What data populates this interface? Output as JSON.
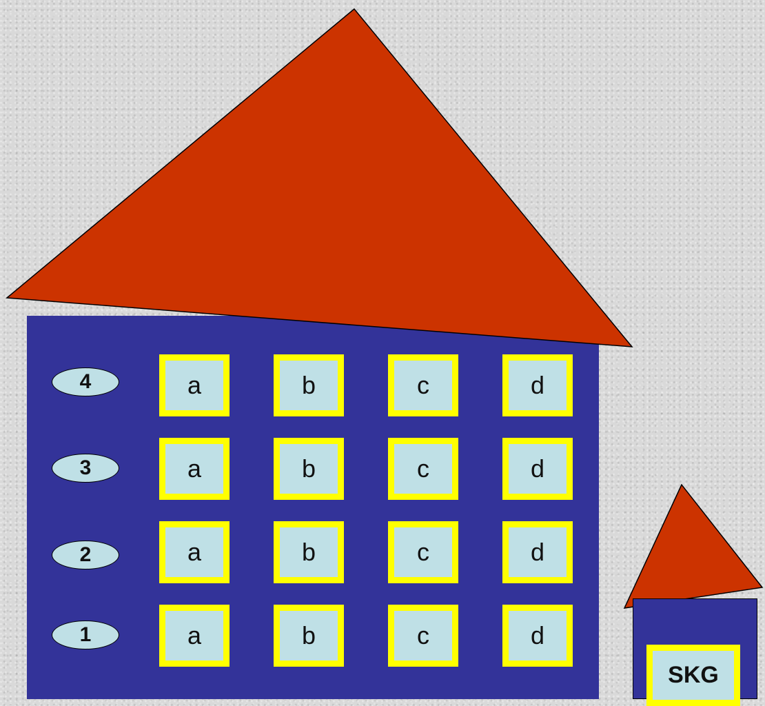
{
  "colors": {
    "roof": "#cc3300",
    "wall": "#333399",
    "window_fill": "#bfe0e6",
    "window_frame": "#ffff00",
    "background": "#d9d9d9"
  },
  "floors": [
    {
      "label": "4",
      "rooms": [
        "a",
        "b",
        "c",
        "d"
      ]
    },
    {
      "label": "3",
      "rooms": [
        "a",
        "b",
        "c",
        "d"
      ]
    },
    {
      "label": "2",
      "rooms": [
        "a",
        "b",
        "c",
        "d"
      ]
    },
    {
      "label": "1",
      "rooms": [
        "a",
        "b",
        "c",
        "d"
      ]
    }
  ],
  "kiosk": {
    "label": "SKG"
  }
}
